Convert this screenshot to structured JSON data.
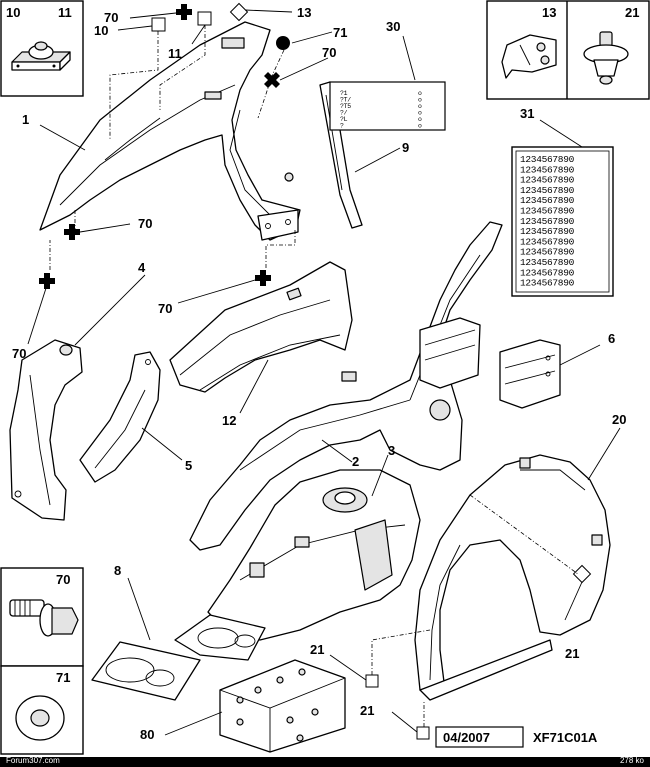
{
  "labels": {
    "l1": "1",
    "l2": "2",
    "l3": "3",
    "l4": "4",
    "l5": "5",
    "l6": "6",
    "l8": "8",
    "l9": "9",
    "l10": "10",
    "l11": "11",
    "l12": "12",
    "l13": "13",
    "l20": "20",
    "l21": "21",
    "l30": "30",
    "l31": "31",
    "l70": "70",
    "l71": "71",
    "l80": "80"
  },
  "inset_boxes": {
    "top_left": [
      "10",
      "11"
    ],
    "top_right": [
      "13",
      "21"
    ],
    "bottom_left_70": "70",
    "bottom_left_71": "71"
  },
  "label_30_rows": [
    "?1",
    "?T/",
    "?T5",
    "?/",
    "?L",
    "?"
  ],
  "label_31_rows": [
    "1234567890",
    "1234567890",
    "1234567890",
    "1234567890",
    "1234567890",
    "1234567890",
    "1234567890",
    "1234567890",
    "1234567890",
    "1234567890",
    "1234567890",
    "1234567890",
    "1234567890"
  ],
  "footer": {
    "date": "04/2007",
    "ref_code": "XF71C01A",
    "site": "Forum307.com",
    "size": "278 ko"
  }
}
